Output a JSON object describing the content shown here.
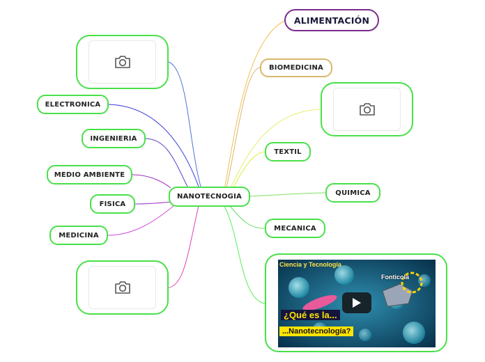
{
  "root": {
    "label": "NANOTECNOGIA"
  },
  "nodes": {
    "alimentacion": "ALIMENTACIÓN",
    "biomedicina": "BIOMEDICINA",
    "textil": "TEXTIL",
    "quimica": "QUIMICA",
    "mecanica": "MECANICA",
    "electronica": "ELECTRONICA",
    "ingenieria": "INGENIERIA",
    "medio_ambiente": "MEDIO AMBIENTE",
    "fisica": "FISICA",
    "medicina": "MEDICINA"
  },
  "image_placeholders": [
    "camera-icon",
    "camera-icon",
    "camera-icon"
  ],
  "video": {
    "caption_top": "Ciencia y Tecnología",
    "caption_line1": "¿Qué es la...",
    "caption_line2": "...Nanotecnología?",
    "brand": "Fonticola",
    "play_icon": "play-icon"
  },
  "colors": {
    "node_border": "#48e048",
    "alimentacion_border": "#7b2d8e",
    "biomedicina_border": "#d9b76b"
  }
}
